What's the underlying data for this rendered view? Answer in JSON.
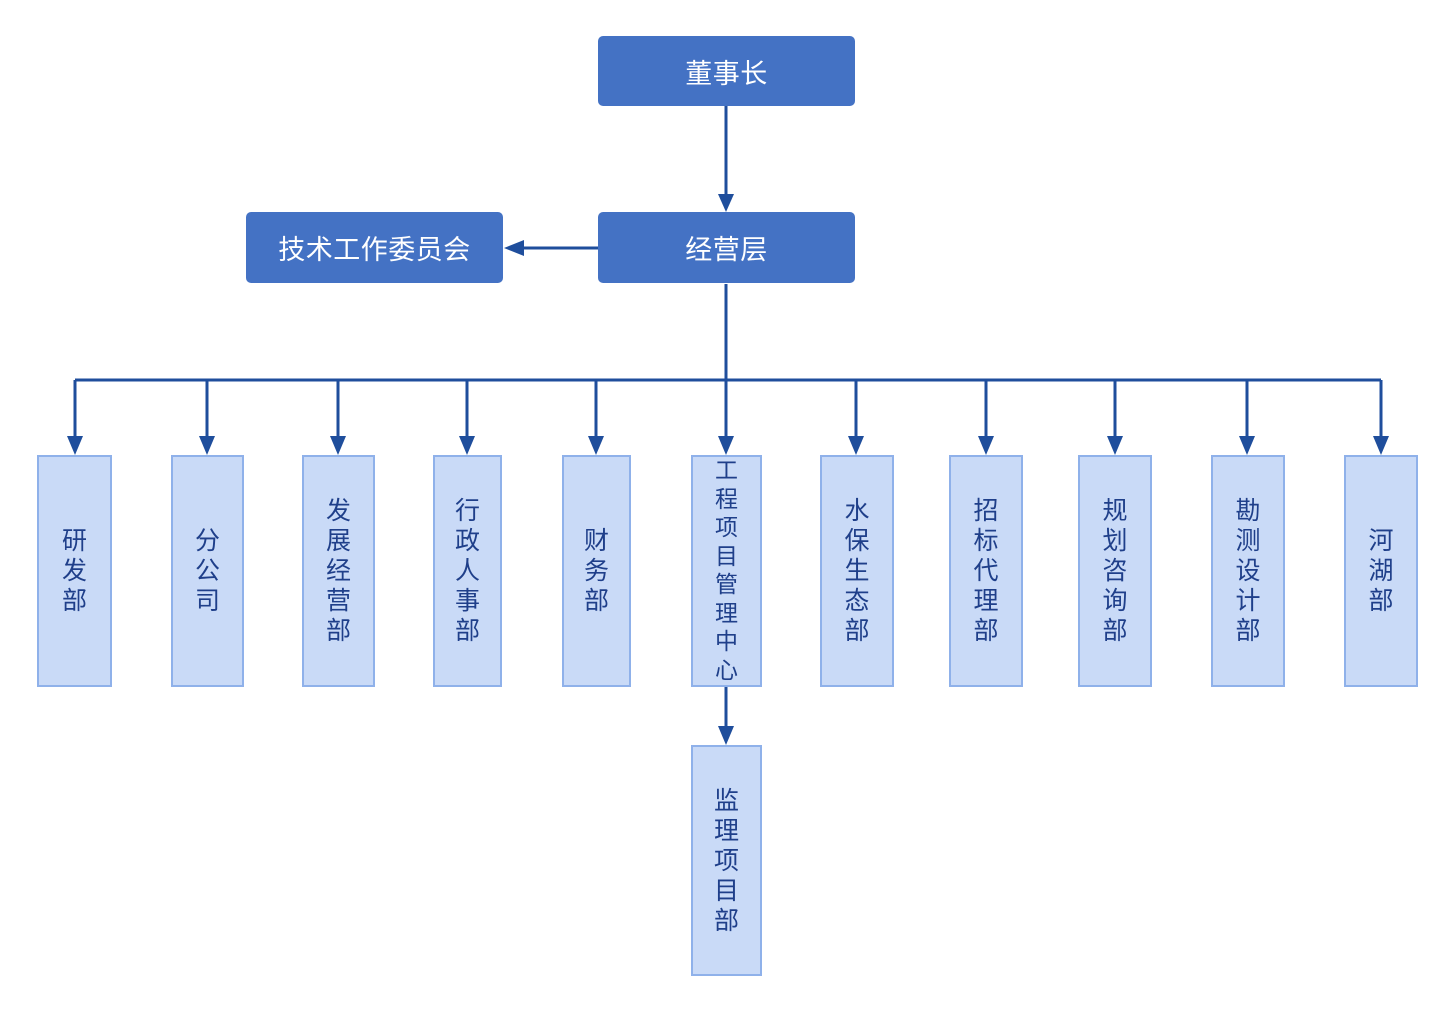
{
  "chairman": {
    "label": "董事长"
  },
  "management": {
    "label": "经营层"
  },
  "tech_committee": {
    "label": "技术工作委员会"
  },
  "departments": [
    {
      "label": "研发部"
    },
    {
      "label": "分公司"
    },
    {
      "label": "发展经营部"
    },
    {
      "label": "行政人事部"
    },
    {
      "label": "财务部"
    },
    {
      "label": "工程项目管理中心"
    },
    {
      "label": "水保生态部"
    },
    {
      "label": "招标代理部"
    },
    {
      "label": "规划咨询部"
    },
    {
      "label": "勘测设计部"
    },
    {
      "label": "河湖部"
    }
  ],
  "sub_department": {
    "label": "监理项目部"
  },
  "colors": {
    "dark_box": "#4472c4",
    "light_box": "#c9daf7",
    "light_border": "#8fb1ea",
    "line": "#1f4e9c",
    "light_text": "#1f3f8a"
  }
}
